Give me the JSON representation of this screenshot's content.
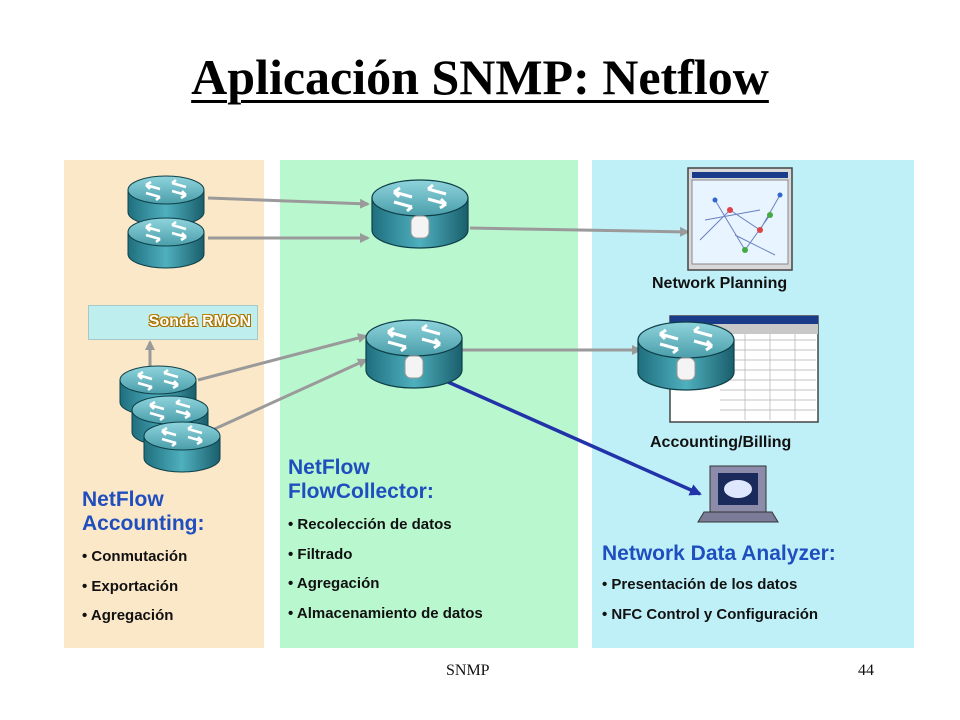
{
  "title": "Aplicación SNMP: Netflow",
  "colors": {
    "accounting_panel": "#fbe8c8",
    "collector_panel": "#b9f7cf",
    "analyzer_panel": "#bff0f8",
    "heading": "#1f4fbf",
    "link_arrow": "#2233aa"
  },
  "sonda_label": "Sonda RMON",
  "accounting": {
    "heading_line1": "NetFlow",
    "heading_line2": "Accounting:",
    "items": [
      "Conmutación",
      "Exportación",
      "Agregación"
    ]
  },
  "collector": {
    "heading_line1": "NetFlow",
    "heading_line2": "FlowCollector:",
    "items": [
      "Recolección de datos",
      "Filtrado",
      "Agregación",
      "Almacenamiento de datos"
    ]
  },
  "analyzer": {
    "heading": "Network Data Analyzer:",
    "items": [
      "Presentación de los datos",
      "NFC Control y Configuración"
    ]
  },
  "captions": {
    "planning": "Network Planning",
    "billing": "Accounting/Billing"
  },
  "footer": {
    "left": "SNMP",
    "right": "44"
  },
  "icons": [
    "router-icon",
    "collector-router-icon",
    "network-map-icon",
    "spreadsheet-icon",
    "workstation-icon",
    "arrow-icon"
  ]
}
